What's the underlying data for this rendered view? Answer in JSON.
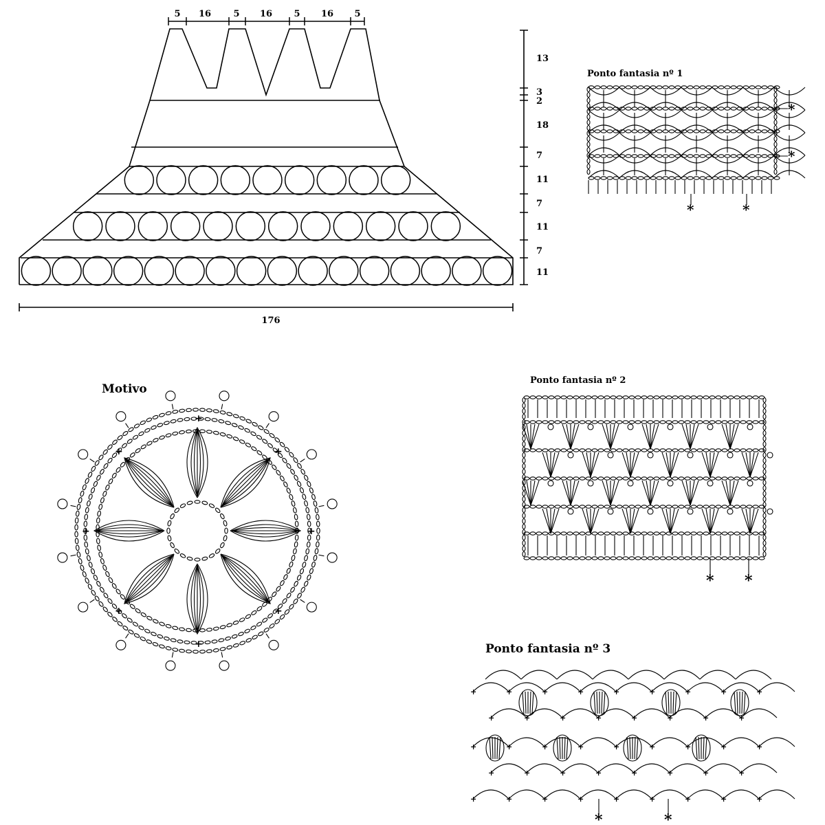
{
  "schematic": {
    "top_widths": [
      "5",
      "16",
      "5",
      "16",
      "5",
      "16",
      "5"
    ],
    "heights": [
      "13",
      "3",
      "2",
      "18",
      "7",
      "11",
      "7",
      "11",
      "7",
      "11"
    ],
    "bottom_width": "176",
    "rows_of_motifs": [
      9,
      12,
      16
    ]
  },
  "pattern1": {
    "title": "Ponto fantasia nº 1",
    "repeat_marks": [
      "*",
      "*"
    ],
    "row_marks": [
      "*",
      "*"
    ]
  },
  "pattern2": {
    "title": "Ponto fantasia nº 2",
    "repeat_marks": [
      "*",
      "*"
    ]
  },
  "pattern3": {
    "title": "Ponto fantasia nº 3",
    "repeat_marks": [
      "*",
      "*"
    ]
  },
  "motif": {
    "title": "Motivo",
    "petals": 8,
    "picots": 16
  }
}
